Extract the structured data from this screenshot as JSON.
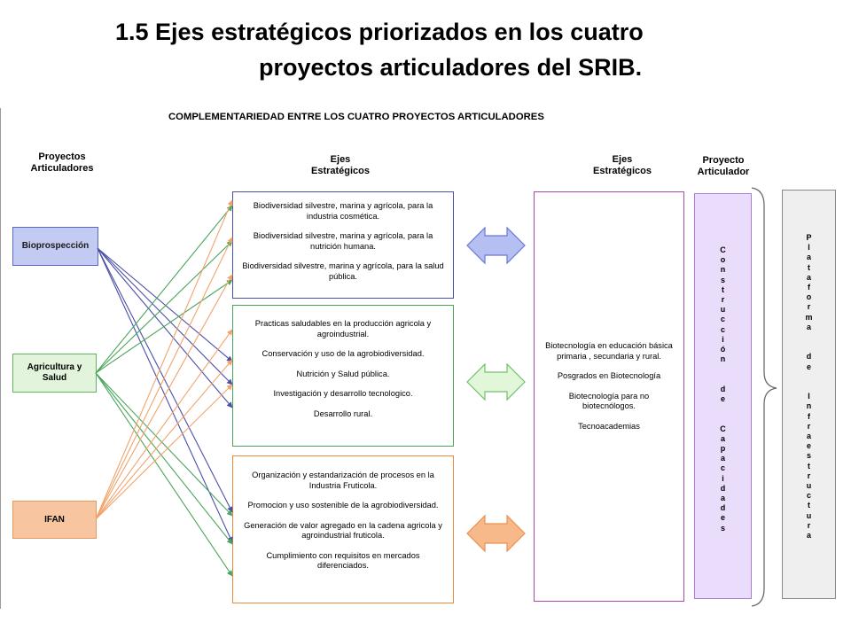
{
  "slide": {
    "title_line1": "1.5 Ejes estratégicos priorizados en los cuatro",
    "title_line2": "proyectos articuladores del SRIB."
  },
  "diagram": {
    "heading": "COMPLEMENTARIEDAD ENTRE LOS CUATRO PROYECTOS ARTICULADORES",
    "col_headers": {
      "proyectos_line1": "Proyectos",
      "proyectos_line2": "Articuladores",
      "ejes_left_line1": "Ejes",
      "ejes_left_line2": "Estratégicos",
      "ejes_right_line1": "Ejes",
      "ejes_right_line2": "Estratégicos",
      "proyecto_line1": "Proyecto",
      "proyecto_line2": "Articulador"
    },
    "projects": {
      "bio": "Bioprospección",
      "agr_line1": "Agricultura y",
      "agr_line2": "Salud",
      "ifan": "IFAN"
    },
    "axes_blue": [
      "Biodiversidad silvestre, marina y agrícola, para la industria cosmética.",
      "Biodiversidad silvestre, marina y agrícola, para la nutrición humana.",
      "Biodiversidad silvestre, marina y agrícola, para la salud pública."
    ],
    "axes_green": [
      "Practicas saludables en la producción agricola y agroindustrial.",
      "Conservación y uso de la agrobiodiversidad.",
      "Nutrición y Salud pública.",
      "Investigación y desarrollo tecnologico.",
      "Desarrollo rural."
    ],
    "axes_orange": [
      "Organización y estandarización de procesos en la Industria Fruticola.",
      "Promocion y uso sostenible de la agrobiodiversidad.",
      "Generación de valor agregado en la cadena agricola y agroindustrial fruticola.",
      "Cumplimiento con requisitos en mercados diferenciados."
    ],
    "biotech": [
      "Biotecnología en educación básica primaria , secundaria y rural.",
      "Posgrados en Biotecnología",
      "Biotecnología para no biotecnólogos.",
      "Tecnoacademias"
    ],
    "vertical_capacidades": "Construcción de Capacidades",
    "vertical_plataforma": "Plataforma de Infraestructura",
    "colors": {
      "blue": "#4a4fa8",
      "green": "#4aa55a",
      "orange": "#ef8a3a",
      "purple": "#a74ba8"
    }
  }
}
